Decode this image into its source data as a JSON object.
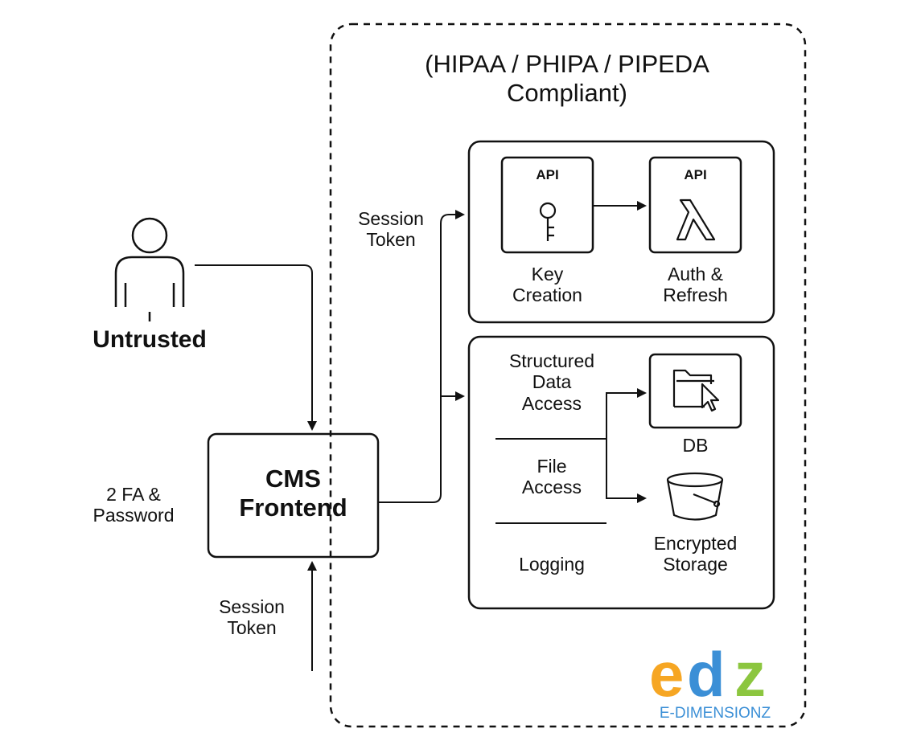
{
  "compliance_title": "(HIPAA / PHIPA / PIPEDA\nCompliant)",
  "user": {
    "label": "Untrusted"
  },
  "frontend": {
    "label": "CMS\nFrontend"
  },
  "left_note": "2 FA &\nPassword",
  "bottom_note": "Session\nToken",
  "mid_note": "Session\nToken",
  "auth_box": {
    "key_api": "API",
    "key_label": "Key\nCreation",
    "auth_api": "API",
    "auth_label": "Auth &\nRefresh"
  },
  "data_box": {
    "structured": "Structured\nData\nAccess",
    "file": "File\nAccess",
    "logging": "Logging",
    "db_label": "DB",
    "storage_label": "Encrypted\nStorage"
  },
  "logo": {
    "letters": [
      "e",
      "d",
      "z"
    ],
    "tagline": "E-DIMENSIONZ",
    "colors": {
      "e": "#f6a623",
      "d": "#3b8fd6",
      "z": "#8cc63f"
    }
  }
}
